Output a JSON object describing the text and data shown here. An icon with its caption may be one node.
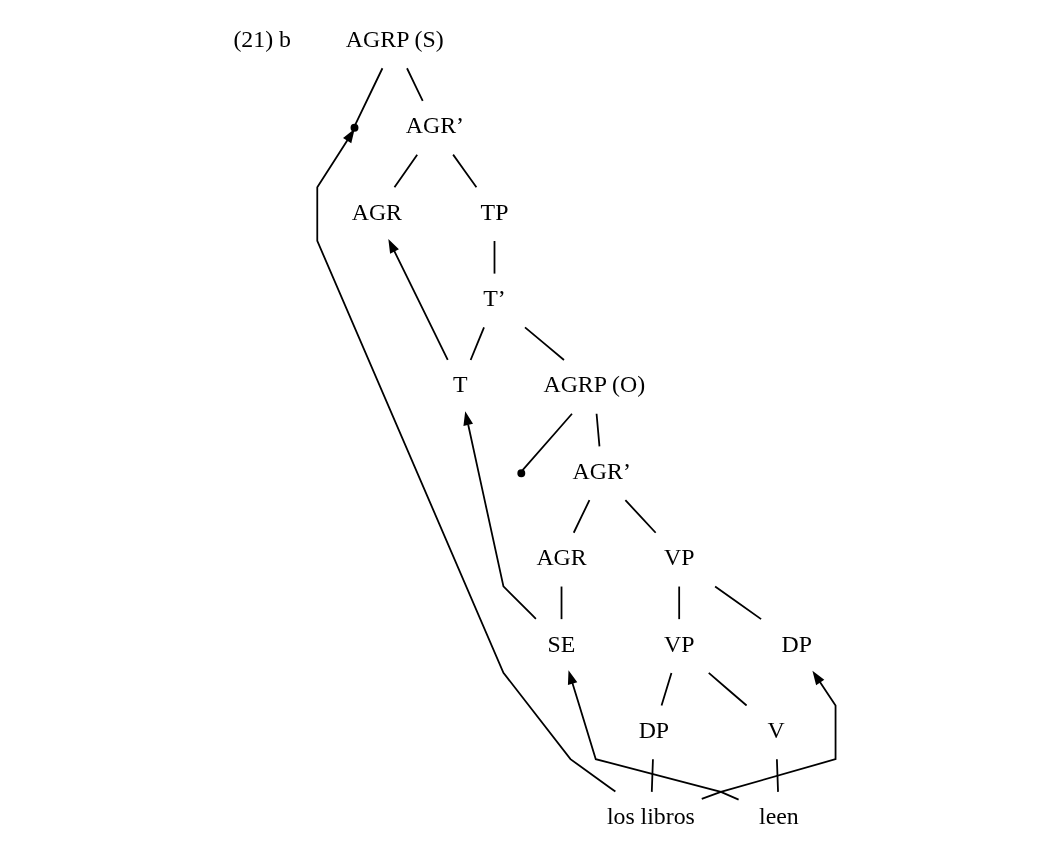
{
  "diagram": {
    "nodes": [
      {
        "text": [
          "AGRP (S)"
        ]
      },
      {
        "text": [],
        "shape": "point"
      },
      {
        "text": [
          "AGR’"
        ]
      },
      {
        "text": [
          "AGR"
        ]
      },
      {
        "text": [
          "TP"
        ]
      },
      {
        "text": [
          "T’"
        ]
      },
      {
        "text": [
          "T"
        ]
      },
      {
        "text": [
          "AGRP (O)"
        ]
      },
      {
        "text": [],
        "shape": "point"
      },
      {
        "text": [
          "AGR’"
        ]
      },
      {
        "text": [
          "AGR"
        ]
      },
      {
        "text": [
          "VP"
        ]
      },
      {
        "text": [
          "SE"
        ]
      },
      {
        "text": [
          "VP"
        ]
      },
      {
        "text": [
          "DP"
        ]
      },
      {
        "text": [
          "V"
        ]
      },
      {
        "text": [
          "DP"
        ]
      },
      {
        "text": [
          "leen"
        ]
      },
      {
        "text": [
          "los libros"
        ]
      }
    ],
    "edges": [
      {
        "from": 0,
        "to": 1,
        "arrow": "none"
      },
      {
        "from": 0,
        "to": 2,
        "arrow": "none"
      },
      {
        "from": 2,
        "to": 3,
        "arrow": "none"
      },
      {
        "from": 2,
        "to": 4,
        "arrow": "none"
      },
      {
        "from": 4,
        "to": 5,
        "arrow": "none"
      },
      {
        "from": 5,
        "to": 6,
        "arrow": "none"
      },
      {
        "from": 5,
        "to": 7,
        "arrow": "none"
      },
      {
        "from": 7,
        "to": 8,
        "arrow": "none"
      },
      {
        "from": 7,
        "to": 9,
        "arrow": "none"
      },
      {
        "from": 9,
        "to": 10,
        "arrow": "none"
      },
      {
        "from": 9,
        "to": 11,
        "arrow": "none"
      },
      {
        "from": 10,
        "to": 12,
        "arrow": "none"
      },
      {
        "from": 11,
        "to": 13,
        "arrow": "none"
      },
      {
        "from": 11,
        "to": 14,
        "arrow": "none"
      },
      {
        "from": 13,
        "to": 15,
        "arrow": "none"
      },
      {
        "from": 13,
        "to": 16,
        "arrow": "none"
      },
      {
        "from": 15,
        "to": 17,
        "arrow": "none"
      },
      {
        "from": 16,
        "to": 18,
        "arrow": "none"
      },
      {
        "from": 17,
        "to": 12,
        "arrow": "to"
      },
      {
        "from": 12,
        "to": 6,
        "arrow": "to"
      },
      {
        "from": 6,
        "to": 3,
        "arrow": "to"
      },
      {
        "from": 18,
        "to": 1,
        "arrow": "to"
      },
      {
        "from": 18,
        "to": 14,
        "arrow": "to"
      }
    ],
    "labels": [
      "(21) b"
    ]
  }
}
